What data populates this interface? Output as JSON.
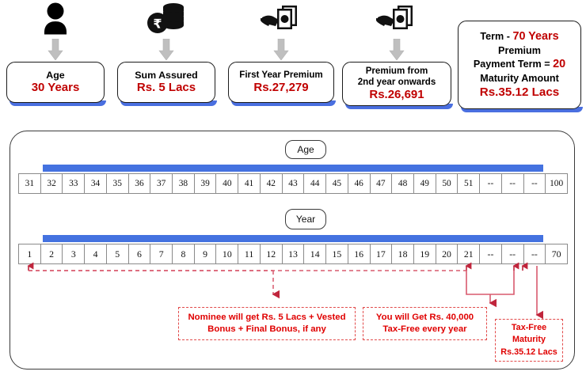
{
  "top_cards": [
    {
      "icon": "person-icon",
      "label": "Age",
      "value": "30 Years"
    },
    {
      "icon": "rupee-coins-icon",
      "label": "Sum Assured",
      "value": "Rs. 5  Lacs"
    },
    {
      "icon": "hand-cash-icon",
      "label": "First Year Premium",
      "value": "Rs.27,279"
    },
    {
      "icon": "hand-cash-icon",
      "label_line1": "Premium from",
      "label_line2": "2nd year onwards",
      "value": "Rs.26,691"
    }
  ],
  "summary_card": {
    "line1_prefix": "Term  - ",
    "line1_value": "70 Years",
    "line2": "Premium",
    "line3_prefix": "Payment Term = ",
    "line3_value": "20",
    "line4_label": "Maturity Amount",
    "line4_value": "Rs.35.12 Lacs"
  },
  "timeline": {
    "age_pill": "Age",
    "year_pill": "Year",
    "age_cells": [
      "31",
      "32",
      "33",
      "34",
      "35",
      "36",
      "37",
      "38",
      "39",
      "40",
      "41",
      "42",
      "43",
      "44",
      "45",
      "46",
      "47",
      "48",
      "49",
      "50",
      "51",
      "--",
      "--",
      "--",
      "100"
    ],
    "year_cells": [
      "1",
      "2",
      "3",
      "4",
      "5",
      "6",
      "7",
      "8",
      "9",
      "10",
      "11",
      "12",
      "13",
      "14",
      "15",
      "16",
      "17",
      "18",
      "19",
      "20",
      "21",
      "--",
      "--",
      "--",
      "70"
    ]
  },
  "callouts": [
    {
      "id": "nominee",
      "line1": "Nominee will get Rs. 5 Lacs + Vested",
      "line2": "Bonus + Final Bonus, if any"
    },
    {
      "id": "annual-payout",
      "line1": "You will Get Rs. 40,000",
      "line2": "Tax-Free every year"
    },
    {
      "id": "maturity",
      "line1": "Tax-Free",
      "line2": "Maturity",
      "line3": "Rs.35.12 Lacs"
    }
  ],
  "colors": {
    "accent_red": "#c00000",
    "callout_red": "#e00000",
    "blue_bar": "#4472E0",
    "card_shadow_blue": "#4a6fe0",
    "arrow_grey": "#bfbfbf"
  }
}
